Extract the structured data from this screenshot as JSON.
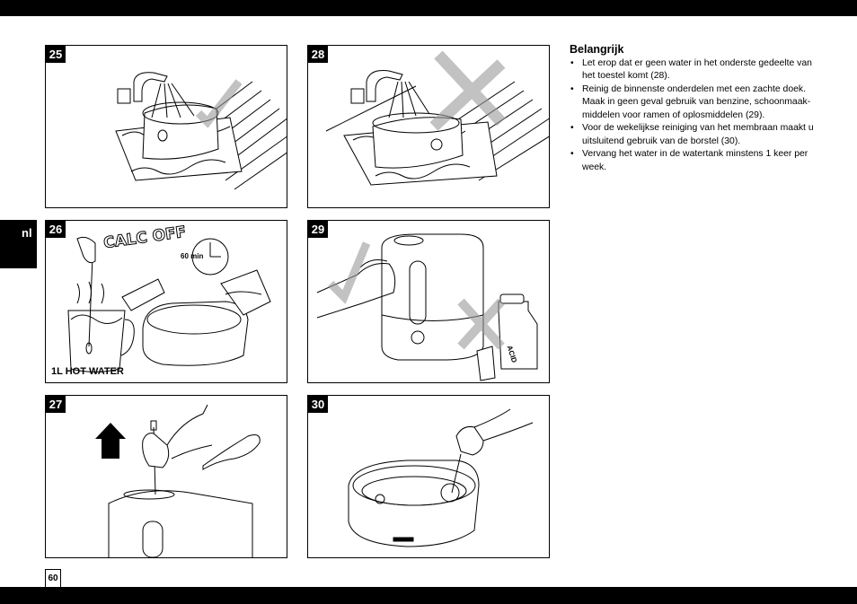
{
  "lang_tab": "nl",
  "page_number": "60",
  "figures": [
    {
      "number": "25"
    },
    {
      "number": "26",
      "caption": "1L HOT WATER",
      "calc_label": "CALC OFF",
      "timer_label": "60 min"
    },
    {
      "number": "27"
    },
    {
      "number": "28"
    },
    {
      "number": "29",
      "bottle_label": "ACID"
    },
    {
      "number": "30"
    }
  ],
  "section": {
    "title": "Belangrijk",
    "items": [
      "Let erop dat er geen water in het onderste gedeelte van het toestel komt (28).",
      "Reinig de binnenste onderdelen met een zachte doek. Maak in geen geval gebruik van benzine, schoonmaak-middelen voor ramen of oplosmiddelen (29).",
      "Voor de wekelijkse reiniging van het membraan maakt u uitsluitend gebruik van de borstel (30).",
      "Vervang het water in de watertank minstens 1 keer per week."
    ]
  }
}
